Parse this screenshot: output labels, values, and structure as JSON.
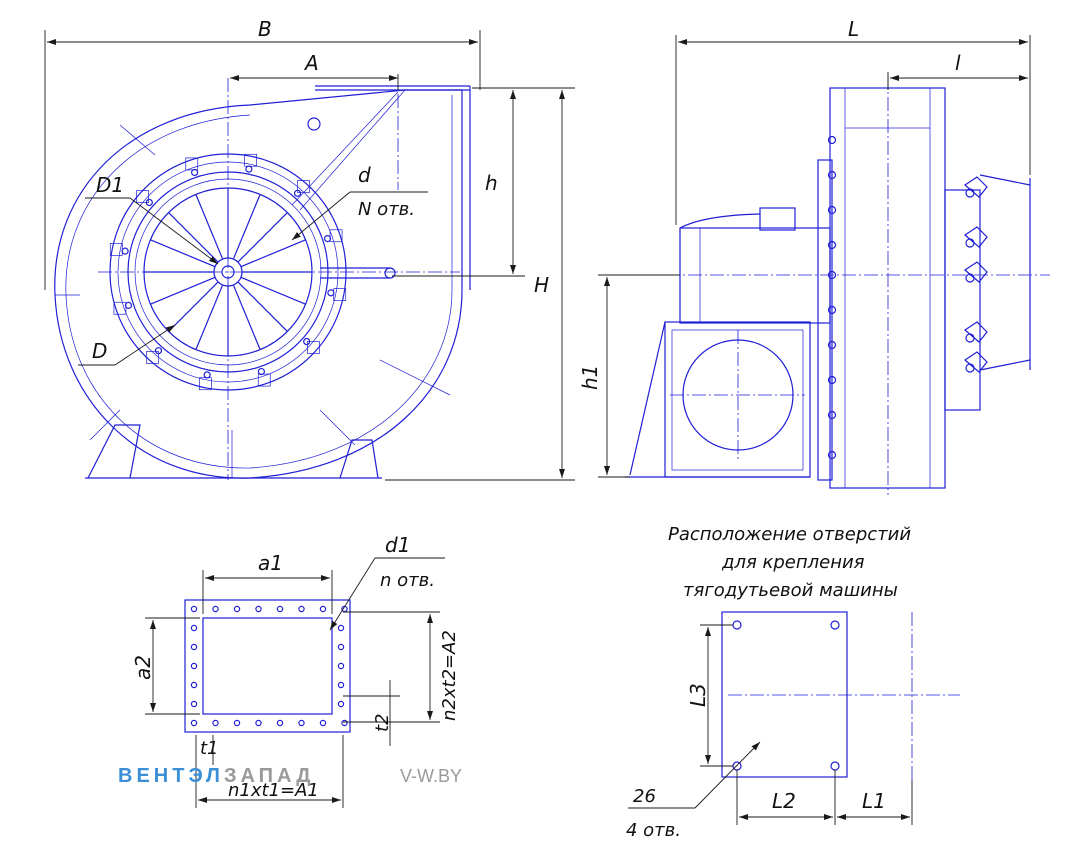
{
  "colors": {
    "drawing_line": "#1f1fd6",
    "dimension_line": "#1a1a1a",
    "watermark_blue": "#3a8fd6",
    "watermark_gray": "#9a9a9a"
  },
  "front_view": {
    "labels": {
      "B": "B",
      "A": "A",
      "h": "h",
      "H": "H",
      "D1": "D1",
      "D": "D",
      "d": "d",
      "n_holes": "N отв."
    }
  },
  "side_view": {
    "labels": {
      "L": "L",
      "l": "l",
      "h1": "h1"
    }
  },
  "outlet_flange": {
    "labels": {
      "a1": "a1",
      "a2": "a2",
      "d1": "d1",
      "n_holes": "n отв.",
      "n2xt2": "n2xt2=A2",
      "t2": "t2",
      "t1": "t1",
      "n1xt1": "n1xt1=A1"
    }
  },
  "mounting_holes": {
    "title_line1": "Расположение отверстий",
    "title_line2": "для крепления",
    "title_line3": "тягодутьевой машины",
    "labels": {
      "L3": "L3",
      "L2": "L2",
      "L1": "L1",
      "hole_d": "26",
      "hole_n": "4 отв."
    }
  },
  "watermark": {
    "brand_part1": "ВЕНТЭЛ",
    "brand_part2": "ЗАПАД",
    "site": "V-W.BY"
  }
}
